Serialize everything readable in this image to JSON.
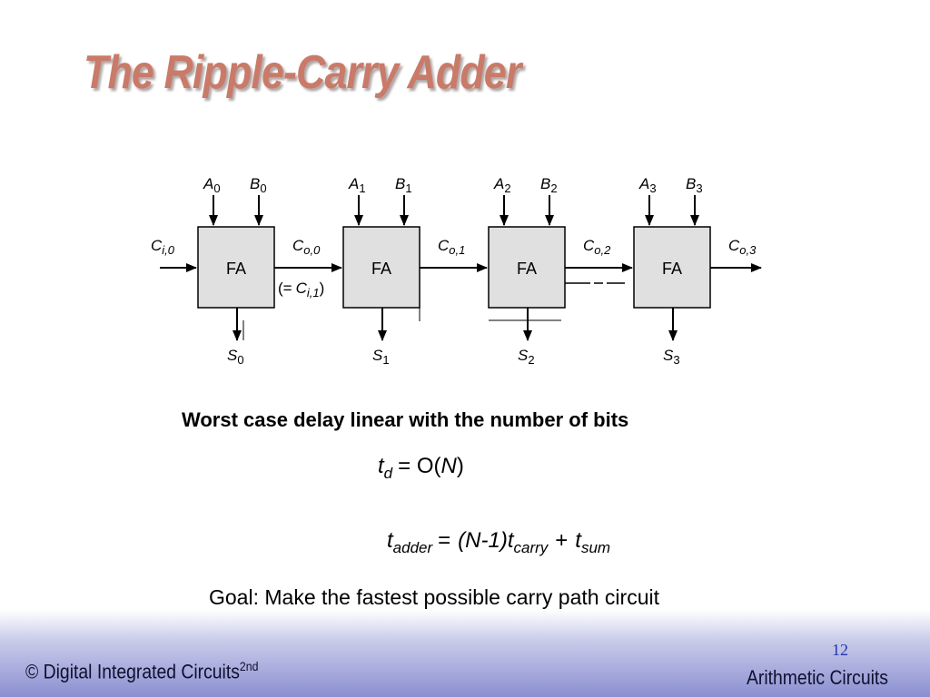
{
  "slide": {
    "title": "The Ripple-Carry Adder",
    "bold_statement": "Worst case delay linear with the number of bits",
    "goal": "Goal: Make the fastest possible carry path circuit"
  },
  "diagram": {
    "block_label": "FA",
    "cells": [
      {
        "a": "A",
        "b": "B",
        "s": "S",
        "index": "0"
      },
      {
        "a": "A",
        "b": "B",
        "s": "S",
        "index": "1"
      },
      {
        "a": "A",
        "b": "B",
        "s": "S",
        "index": "2"
      },
      {
        "a": "A",
        "b": "B",
        "s": "S",
        "index": "3"
      }
    ],
    "carry_in": {
      "base": "C",
      "sub": "i,0"
    },
    "carries": [
      {
        "base": "C",
        "sub": "o,0"
      },
      {
        "base": "C",
        "sub": "o,1"
      },
      {
        "base": "C",
        "sub": "o,2"
      },
      {
        "base": "C",
        "sub": "o,3"
      }
    ],
    "equiv_note": {
      "open": "(=",
      "base": "C",
      "sub": "i,1",
      "close": ")"
    }
  },
  "equations": {
    "td": {
      "t": "t",
      "sub": "d",
      "rhs": "= O(",
      "n": "N",
      "close": ")"
    },
    "tadder": {
      "t1": "t",
      "sub1": "adder",
      "eq": "=",
      "paren": "(N-1)",
      "t2": "t",
      "sub2": "carry",
      "plus": "+",
      "t3": "t",
      "sub3": "sum"
    }
  },
  "footer": {
    "copyright": "© Digital Integrated Circuits",
    "edition": "2nd",
    "page_number": "12",
    "section": "Arithmetic Circuits"
  },
  "colors": {
    "title": "#c97a68",
    "block_fill": "#e0e0e0",
    "footer_gradient_end": "#8a8fd0",
    "page_number": "#2233aa"
  }
}
